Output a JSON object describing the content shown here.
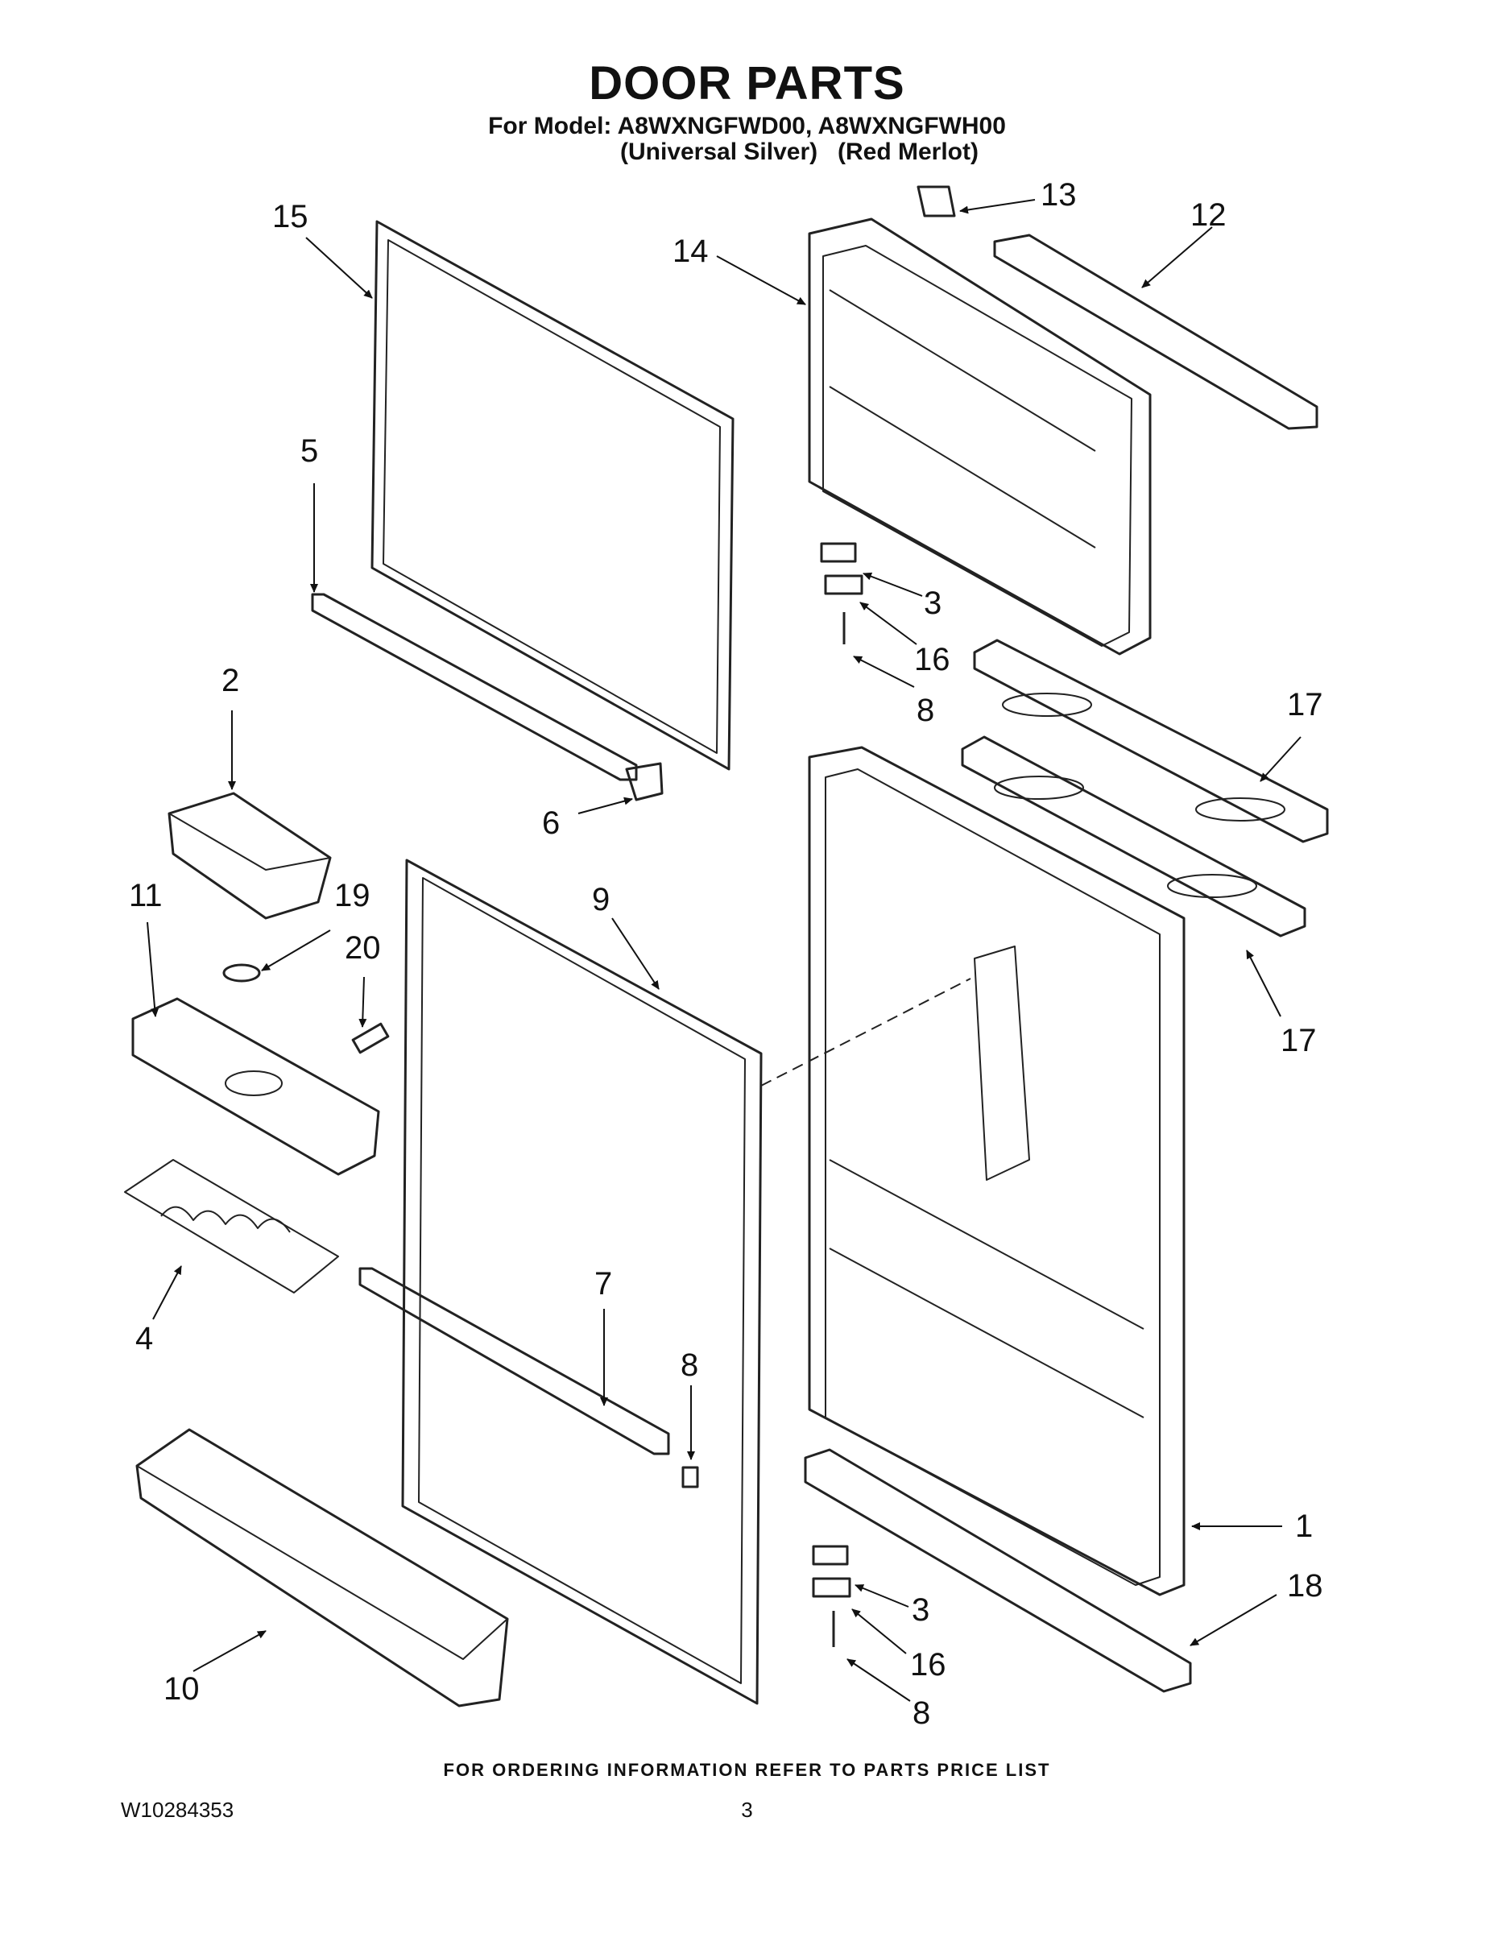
{
  "header": {
    "title": "DOOR PARTS",
    "model_line": "For Model: A8WXNGFWD00, A8WXNGFWH00",
    "variant_1": "(Universal Silver)",
    "variant_2": "(Red Merlot)"
  },
  "part_labels": {
    "p15": "15",
    "p14": "14",
    "p13": "13",
    "p12": "12",
    "p5": "5",
    "p3_top": "3",
    "p16_top": "16",
    "p8_top": "8",
    "p2": "2",
    "p17_a": "17",
    "p6": "6",
    "p11": "11",
    "p19": "19",
    "p9": "9",
    "p20": "20",
    "p17_b": "17",
    "p7": "7",
    "p4": "4",
    "p8_mid": "8",
    "p1": "1",
    "p18": "18",
    "p3_bot": "3",
    "p16_bot": "16",
    "p10": "10",
    "p8_bot": "8"
  },
  "footer": {
    "ordering": "FOR ORDERING INFORMATION REFER TO PARTS PRICE LIST",
    "doc_number": "W10284353",
    "page": "3"
  }
}
